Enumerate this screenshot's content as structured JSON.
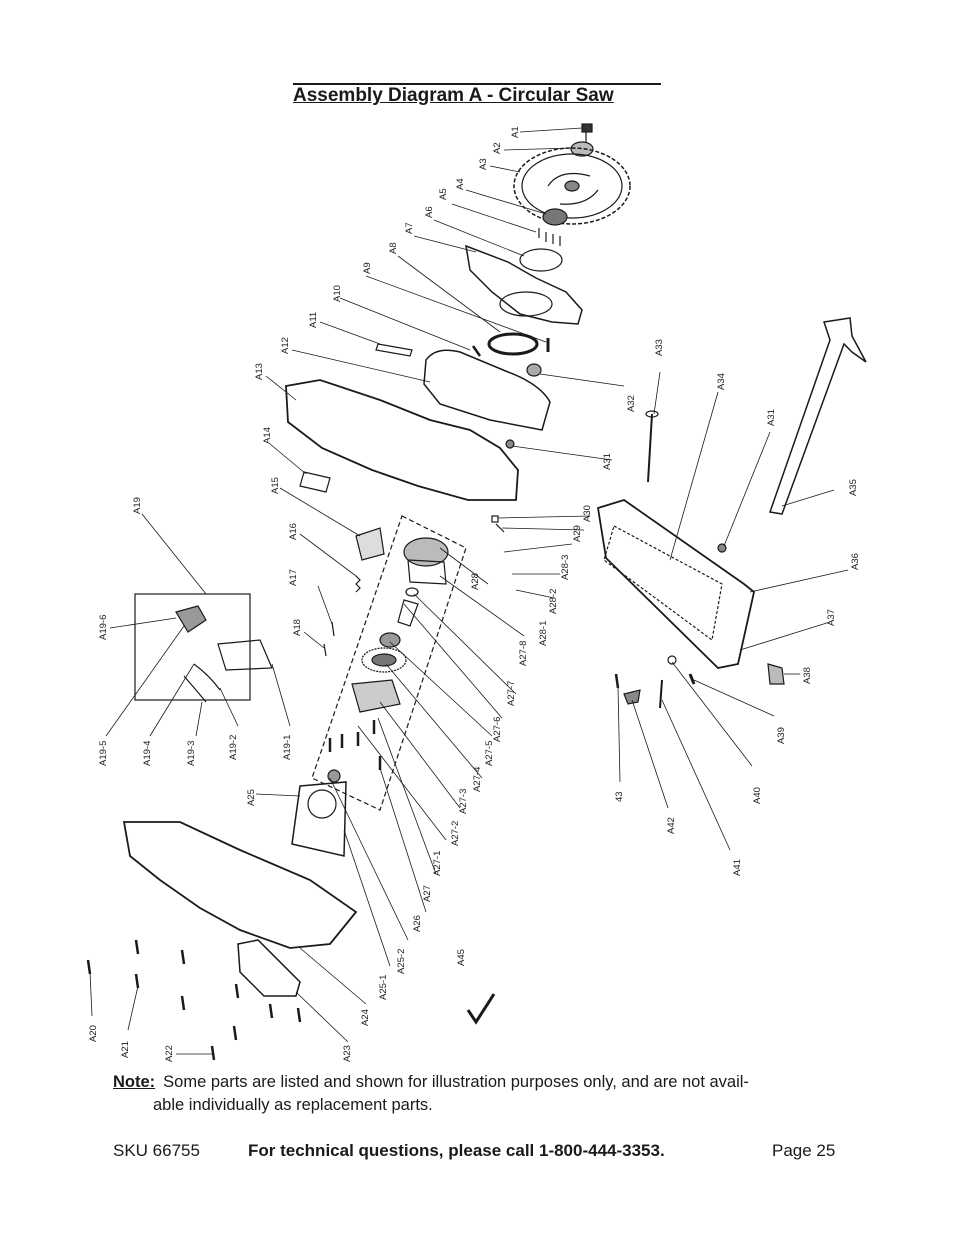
{
  "page_title": "Assembly Diagram A - Circular Saw",
  "diagram": {
    "labels": {
      "a1": "A1",
      "a2": "A2",
      "a3": "A3",
      "a4": "A4",
      "a5": "A5",
      "a6": "A6",
      "a7": "A7",
      "a8": "A8",
      "a9": "A9",
      "a10": "A10",
      "a11": "A11",
      "a12": "A12",
      "a13": "A13",
      "a14": "A14",
      "a15": "A15",
      "a16": "A16",
      "a17": "A17",
      "a18": "A18",
      "a19": "A19",
      "a19_1": "A19-1",
      "a19_2": "A19-2",
      "a19_3": "A19-3",
      "a19_4": "A19-4",
      "a19_5": "A19-5",
      "a19_6": "A19-6",
      "a20": "A20",
      "a21": "A21",
      "a22": "A22",
      "a23": "A23",
      "a24": "A24",
      "a25": "A25",
      "a25_1": "A25-1",
      "a25_2": "A25-2",
      "a26": "A26",
      "a27": "A27",
      "a27_1": "A27-1",
      "a27_2": "A27-2",
      "a27_3": "A27-3",
      "a27_4": "A27-4",
      "a27_5": "A27-5",
      "a27_6": "A27-6",
      "a27_7": "A27-7",
      "a27_8": "A27-8",
      "a28": "A28",
      "a28_1": "A28-1",
      "a28_2": "A28-2",
      "a28_3": "A28-3",
      "a29": "A29",
      "a30": "A30",
      "a31_upper": "A31",
      "a31_lower": "A31",
      "a32": "A32",
      "a33": "A33",
      "a34": "A34",
      "a35": "A35",
      "a36": "A36",
      "a37": "A37",
      "a38": "A38",
      "a39": "A39",
      "a40": "A40",
      "a41": "A41",
      "a42": "A42",
      "a43": "43",
      "a45": "A45"
    }
  },
  "note": {
    "label": "Note:",
    "line1": "Some parts are listed and shown for illustration purposes only, and are not avail-",
    "line2": "able individually as replacement parts."
  },
  "footer": {
    "sku": "SKU 66755",
    "tech": "For technical questions, please call 1-800-444-3353.",
    "page": "Page 25"
  }
}
